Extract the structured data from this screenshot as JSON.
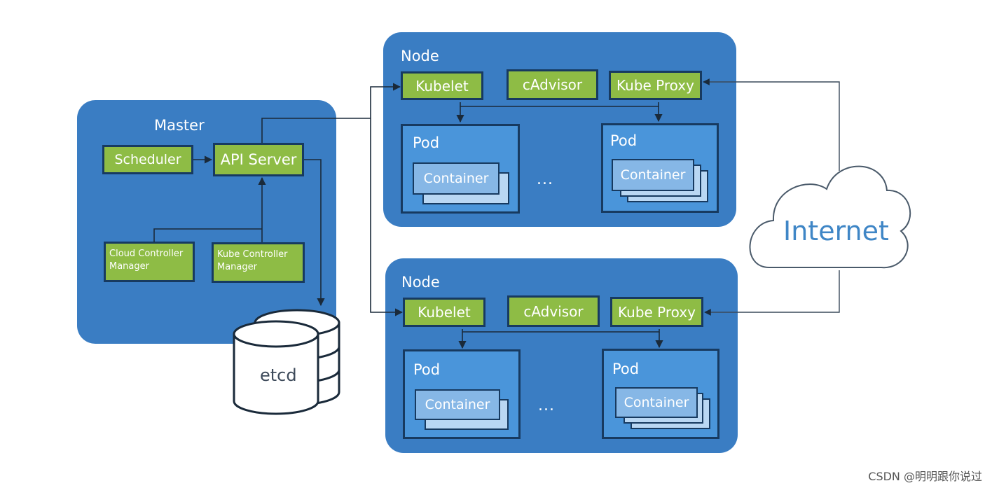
{
  "master": {
    "title": "Master",
    "scheduler": "Scheduler",
    "api_server": "API Server",
    "cloud_controller": "Cloud Controller Manager",
    "kube_controller": "Kube Controller Manager"
  },
  "etcd": {
    "label": "etcd"
  },
  "nodes": [
    {
      "title": "Node",
      "kubelet": "Kubelet",
      "cadvisor": "cAdvisor",
      "kube_proxy": "Kube Proxy",
      "pods": [
        {
          "label": "Pod",
          "container": "Container"
        },
        {
          "label": "Pod",
          "container": "Container"
        }
      ],
      "ellipsis": "..."
    },
    {
      "title": "Node",
      "kubelet": "Kubelet",
      "cadvisor": "cAdvisor",
      "kube_proxy": "Kube Proxy",
      "pods": [
        {
          "label": "Pod",
          "container": "Container"
        },
        {
          "label": "Pod",
          "container": "Container"
        }
      ],
      "ellipsis": "..."
    }
  ],
  "internet": {
    "label": "Internet"
  },
  "watermark": "CSDN @明明跟你说过",
  "colors": {
    "panel_blue": "#3a7dc3",
    "component_green": "#8ebc45",
    "pod_blue": "#4a95da",
    "border_navy": "#173a60"
  }
}
